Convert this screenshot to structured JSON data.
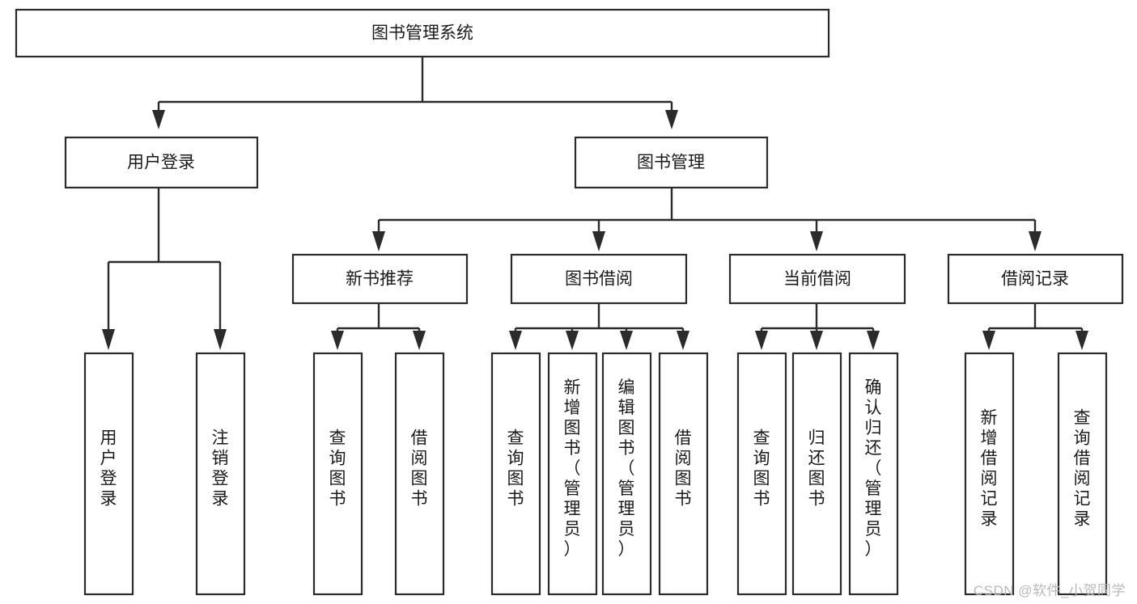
{
  "diagram": {
    "type": "tree-hierarchy",
    "title": "图书管理系统",
    "watermark": "CSDN @软件_小贺同学",
    "colors": {
      "box_fill": "#ffffff",
      "box_stroke": "#2b2b2b",
      "connector": "#2b2b2b",
      "text": "#1a1a1a",
      "watermark": "#b9b9b9",
      "background": "#ffffff"
    },
    "levels": {
      "root": {
        "label": "图书管理系统"
      },
      "level2": [
        {
          "label": "用户登录"
        },
        {
          "label": "图书管理"
        }
      ],
      "level3": [
        {
          "label": "新书推荐"
        },
        {
          "label": "图书借阅"
        },
        {
          "label": "当前借阅"
        },
        {
          "label": "借阅记录"
        }
      ],
      "leaves": {
        "user_login": [
          {
            "label": "用户登录"
          },
          {
            "label": "注销登录"
          }
        ],
        "new_book_recommend": [
          {
            "label": "查询图书"
          },
          {
            "label": "借阅图书"
          }
        ],
        "book_borrow": [
          {
            "label": "查询图书"
          },
          {
            "label": "新增图书（管理员）"
          },
          {
            "label": "编辑图书（管理员）"
          },
          {
            "label": "借阅图书"
          }
        ],
        "current_borrow": [
          {
            "label": "查询图书"
          },
          {
            "label": "归还图书"
          },
          {
            "label": "确认归还（管理员）"
          }
        ],
        "borrow_records": [
          {
            "label": "新增借阅记录"
          },
          {
            "label": "查询借阅记录"
          }
        ]
      }
    }
  }
}
